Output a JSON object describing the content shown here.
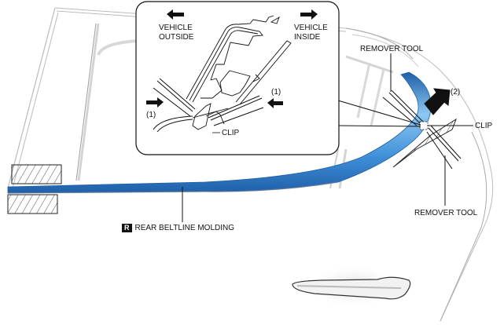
{
  "diagram": {
    "title": "Rear beltline molding removal",
    "colors": {
      "molding_blue": "#3f8fd8",
      "molding_light": "#8cc8f2",
      "molding_dark": "#1f5fa8",
      "line": "#111111",
      "body_gray": "#c8c8c8"
    },
    "inset": {
      "vehicle_outside": [
        "VEHICLE",
        "OUTSIDE"
      ],
      "vehicle_inside": [
        "VEHICLE",
        "INSIDE"
      ],
      "step_left": "(1)",
      "step_right": "(1)",
      "clip": "CLIP"
    },
    "labels": {
      "remover_tool_top": "REMOVER TOOL",
      "remover_tool_bottom": "REMOVER TOOL",
      "clip": "CLIP",
      "step_2": "(2)",
      "molding_badge": "R",
      "molding_name": "REAR BELTLINE MOLDING"
    }
  }
}
